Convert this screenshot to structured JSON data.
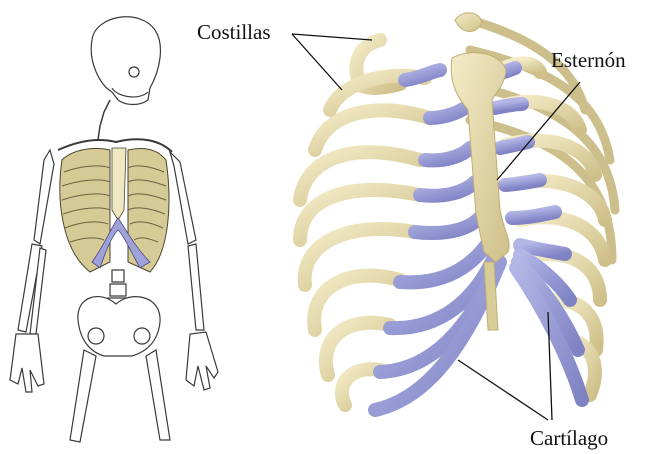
{
  "labels": {
    "ribs": "Costillas",
    "sternum": "Esternón",
    "cartilage": "Cartílago"
  },
  "colors": {
    "bone": "#ece1b4",
    "bone_shade": "#cdbf8b",
    "cartilage": "#9ea2d8",
    "cartilage_shade": "#7d80c0",
    "outline": "#3a3a3a",
    "leader": "#111111"
  }
}
